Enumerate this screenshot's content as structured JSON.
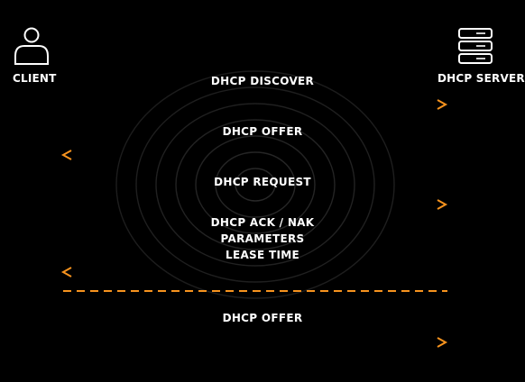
{
  "actors": {
    "client": {
      "label": "CLIENT",
      "icon": "person-icon"
    },
    "server": {
      "label": "DHCP SERVER",
      "icon": "server-icon"
    }
  },
  "messages": [
    {
      "label": "DHCP DISCOVER",
      "direction": "client-to-server",
      "style": "solid"
    },
    {
      "label": "DHCP OFFER",
      "direction": "server-to-client",
      "style": "solid"
    },
    {
      "label": "DHCP REQUEST",
      "direction": "client-to-server",
      "style": "solid"
    },
    {
      "lines": [
        "DHCP ACK / NAK",
        "PARAMETERS",
        "LEASE TIME"
      ],
      "direction": "server-to-client",
      "style": "solid"
    },
    {
      "label": "",
      "direction": "none",
      "style": "dashed"
    },
    {
      "label": "DHCP OFFER",
      "direction": "client-to-server",
      "style": "solid"
    }
  ],
  "colors": {
    "background": "#000000",
    "arrow": "#f7931e",
    "lifeline": "#2b2bff",
    "text": "#ffffff",
    "rings": "#3a3a3a"
  }
}
